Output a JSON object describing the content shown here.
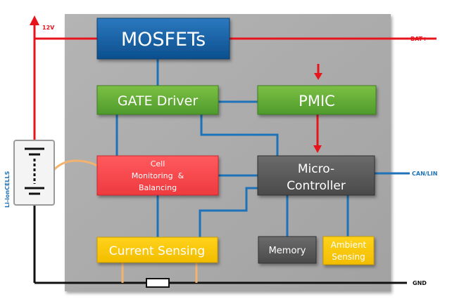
{
  "blocks": {
    "mosfets": "MOSFETs",
    "gate_driver": "GATE Driver",
    "pmic": "PMIC",
    "cell_monitoring": [
      "Cell",
      "Monitoring  &",
      "Balancing"
    ],
    "micro_controller": [
      "Micro-",
      "Controller"
    ],
    "current_sensing": "Current Sensing",
    "memory": "Memory",
    "ambient_sensing": [
      "Ambient",
      "Sensing"
    ]
  },
  "external_labels": {
    "supply": "12V",
    "bat_plus": "BAT+",
    "can_lin": "CAN/LIN",
    "gnd": "GND",
    "cells": "Li-ionCELLS"
  },
  "colors": {
    "board": "#aaaaaa",
    "power": "#e8141c",
    "bus": "#1e72b8",
    "ground": "#111111",
    "mosfets": "#0e5ca0",
    "gate_driver": "#5ca832",
    "pmic": "#5ca832",
    "cell_monitoring": "#f44146",
    "micro_controller": "#565656",
    "current_sensing": "#f7c600",
    "memory": "#5a5a5a",
    "ambient_sensing": "#f7c600",
    "sense_wire": "#f2b36e"
  }
}
